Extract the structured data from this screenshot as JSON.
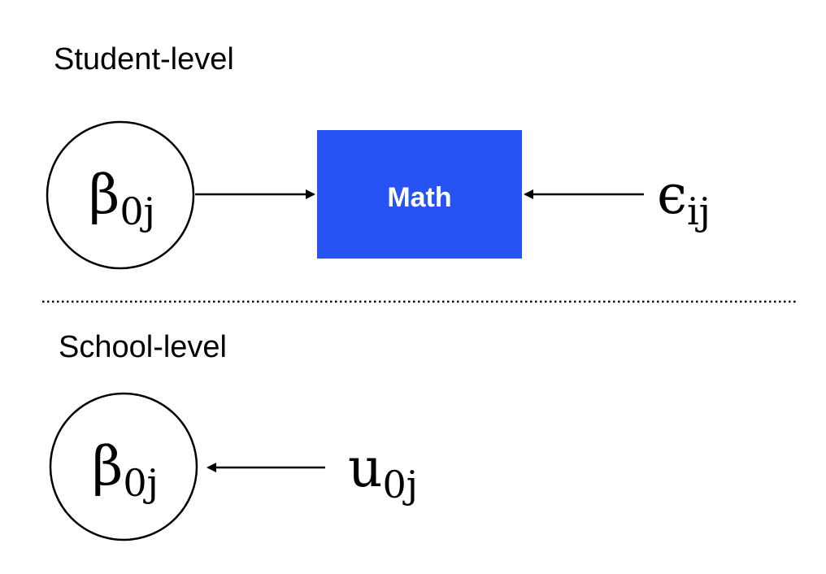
{
  "levels": {
    "student": "Student-level",
    "school": "School-level"
  },
  "student_level": {
    "intercept": {
      "base": "β",
      "sub": "0j"
    },
    "outcome": {
      "label": "Math",
      "color": "#2653f2"
    },
    "residual": {
      "base": "ϵ",
      "sub": "ij"
    }
  },
  "school_level": {
    "intercept": {
      "base": "β",
      "sub": "0j"
    },
    "residual": {
      "base": "u",
      "sub": "0j"
    }
  },
  "colors": {
    "stroke": "#000000",
    "outcome_box": "#2653f2",
    "background": "#ffffff"
  }
}
